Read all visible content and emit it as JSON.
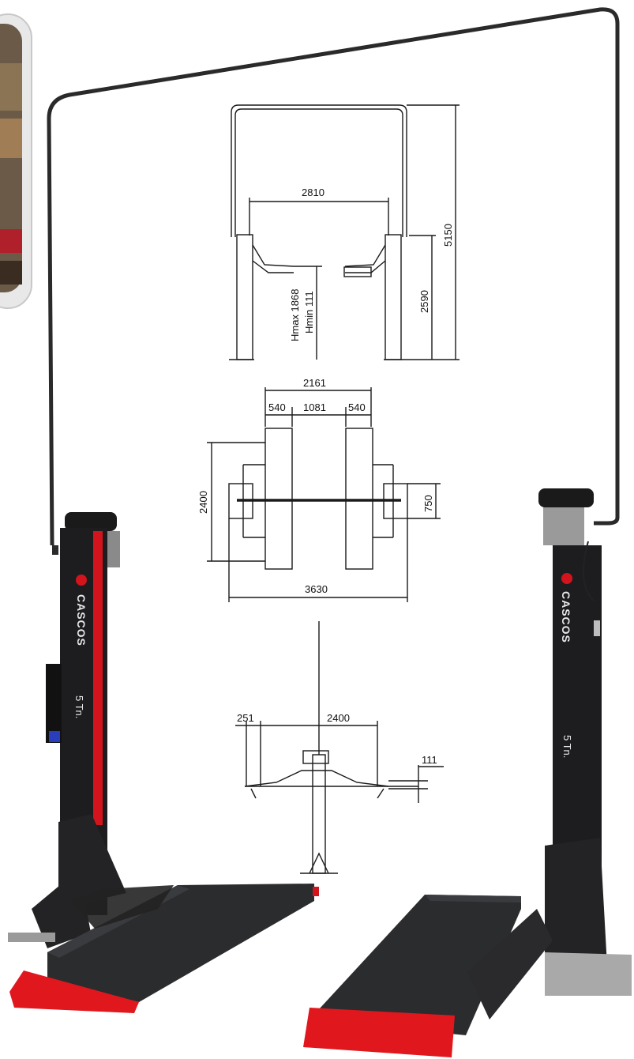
{
  "drawing": {
    "front_view": {
      "width_between_columns": "2810",
      "total_height": "5150",
      "column_height": "2590",
      "hmax": "Hmax 1868",
      "hmin": "Hmin 111"
    },
    "top_view": {
      "overall_width": "2161",
      "platform_left": "540",
      "gap": "1081",
      "platform_right": "540",
      "length": "2400",
      "offset": "750",
      "base_width": "3630"
    },
    "side_view": {
      "overhang": "251",
      "platform_length": "2400",
      "min_height": "111"
    }
  },
  "product": {
    "brand": "CASCOS",
    "capacity": "5 Tn."
  },
  "colors": {
    "column": "#1d1d1f",
    "accent": "#d4141c",
    "platform": "#2b2c2e",
    "line": "#1a1a1a"
  }
}
